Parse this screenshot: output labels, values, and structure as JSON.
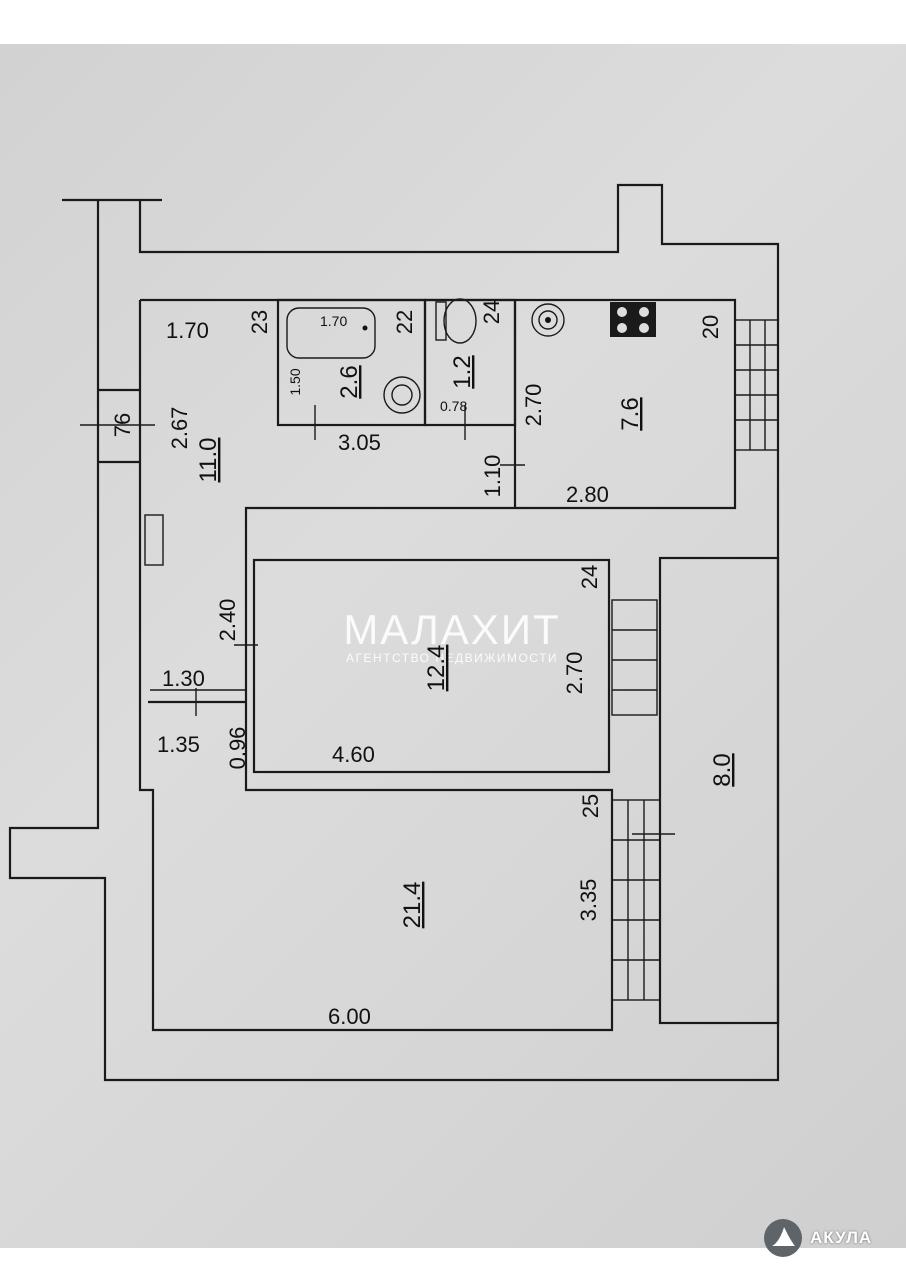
{
  "watermark": {
    "title": "МАЛАХИТ",
    "subtitle": "АГЕНТСТВО НЕДВИЖИМОСТИ"
  },
  "logo": {
    "text": "АКУЛА"
  },
  "rooms": {
    "hall": "11.0",
    "bath": "2.6",
    "wc": "1.2",
    "kitchen": "7.6",
    "room_small": "12.4",
    "room_large": "21.4",
    "balcony": "8.0"
  },
  "dimensions": {
    "d170a": "1.70",
    "d267": "2.67",
    "d23": "23",
    "d170b": "1.70",
    "d22": "22",
    "d150": "1.50",
    "d305": "3.05",
    "d24a": "24",
    "d078": "0.78",
    "d270a": "2.70",
    "d110": "1.10",
    "d20": "20",
    "d280": "2.80",
    "d76": "76",
    "d240": "2.40",
    "d24b": "24",
    "d270b": "2.70",
    "d130": "1.30",
    "d135": "1.35",
    "d096": "0.96",
    "d460": "4.60",
    "d25": "25",
    "d335": "3.35",
    "d600": "6.00"
  }
}
